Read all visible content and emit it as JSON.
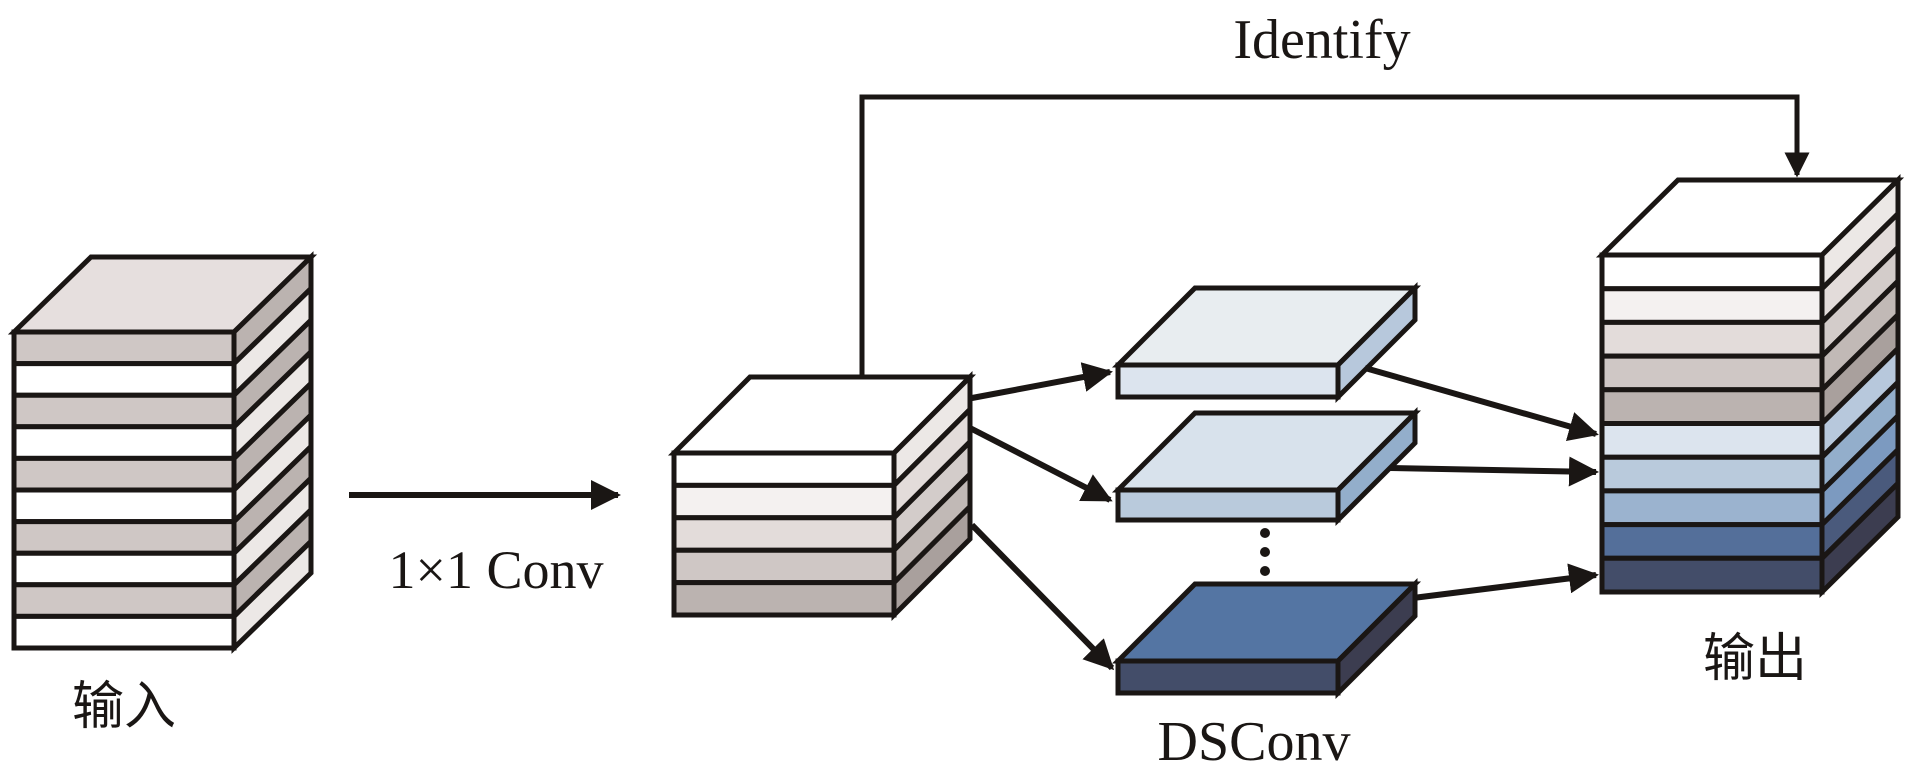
{
  "title": "DSConv residual block diagram",
  "labels": {
    "input": "输入",
    "output": "输出",
    "conv1x1": "1×1 Conv",
    "identify": "Identify",
    "dsconv": "DSConv"
  },
  "blocks": {
    "input": {
      "name": "input-tensor",
      "layers": 10,
      "top_color": "#e6dfde",
      "front_colors": [
        "#cfc7c5",
        "#ffffff",
        "#cfc7c5",
        "#ffffff",
        "#cfc7c5",
        "#ffffff",
        "#cfc7c5",
        "#ffffff",
        "#cfc7c5",
        "#ffffff"
      ],
      "side_colors": [
        "#bbb3b0",
        "#ece8e6",
        "#bbb3b0",
        "#ece8e6",
        "#bbb3b0",
        "#ece8e6",
        "#bbb3b0",
        "#ece8e6",
        "#bbb3b0",
        "#ece8e6"
      ]
    },
    "middle": {
      "name": "conv-output-tensor",
      "layers": 5,
      "top_color": "#ffffff",
      "front_colors": [
        "#ffffff",
        "#f4f1f0",
        "#e3dcda",
        "#cfc7c5",
        "#bbb3b0"
      ],
      "side_colors": [
        "#ece8e6",
        "#e3dcda",
        "#d3ccca",
        "#c1b9b6",
        "#a9a09d"
      ]
    },
    "slabs": [
      {
        "name": "dsconv-slab-1",
        "top_color": "#e8edf0",
        "front_color": "#dce4ee",
        "side_color": "#b7c8dc"
      },
      {
        "name": "dsconv-slab-2",
        "top_color": "#d8e2ec",
        "front_color": "#b9cadc",
        "side_color": "#93aecb"
      },
      {
        "name": "dsconv-slab-n",
        "top_color": "#5475a3",
        "front_color": "#434d69",
        "side_color": "#3c3d50"
      }
    ],
    "output": {
      "name": "output-tensor",
      "layers": 10,
      "top_color": "#ffffff",
      "front_colors": [
        "#ffffff",
        "#f4f1f0",
        "#e3dcda",
        "#cfc7c5",
        "#bbb3b0",
        "#dce4ee",
        "#b9cadc",
        "#9bb3cf",
        "#546f9a",
        "#434d69"
      ],
      "side_colors": [
        "#ece8e6",
        "#e3dcda",
        "#d3ccca",
        "#c1b9b6",
        "#a9a09d",
        "#b7c8dc",
        "#93aecb",
        "#7c9ac0",
        "#4a5a7c",
        "#3c3d50"
      ]
    }
  },
  "ellipsis": "⋮"
}
